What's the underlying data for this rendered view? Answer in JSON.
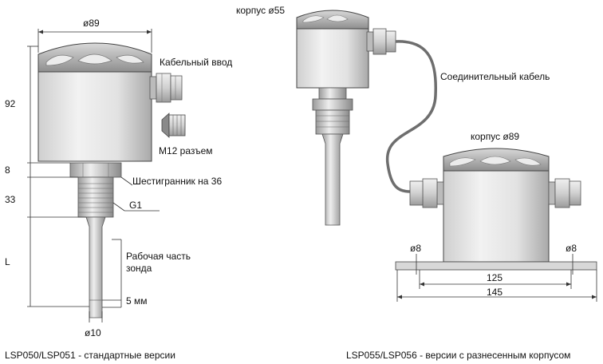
{
  "left_view": {
    "dim_width": "ø89",
    "dim_92": "92",
    "dim_8": "8",
    "dim_33": "33",
    "dim_L": "L",
    "dim_d10": "ø10",
    "label_cable_entry": "Кабельный ввод",
    "label_m12": "M12 разъем",
    "label_hex": "Шестигранник на 36",
    "label_g1": "G1",
    "label_working_part_1": "Рабочая часть",
    "label_working_part_2": "зонда",
    "label_5mm": "5 мм",
    "caption": "LSP050/LSP051 - стандартные версии"
  },
  "right_view": {
    "label_housing_55": "корпус ø55",
    "label_cable": "Соединительный кабель",
    "label_housing_89": "корпус ø89",
    "dim_d8_left": "ø8",
    "dim_d8_right": "ø8",
    "dim_125": "125",
    "dim_145": "145",
    "caption": "LSP055/LSP056 - версии с разнесенным корпусом"
  }
}
